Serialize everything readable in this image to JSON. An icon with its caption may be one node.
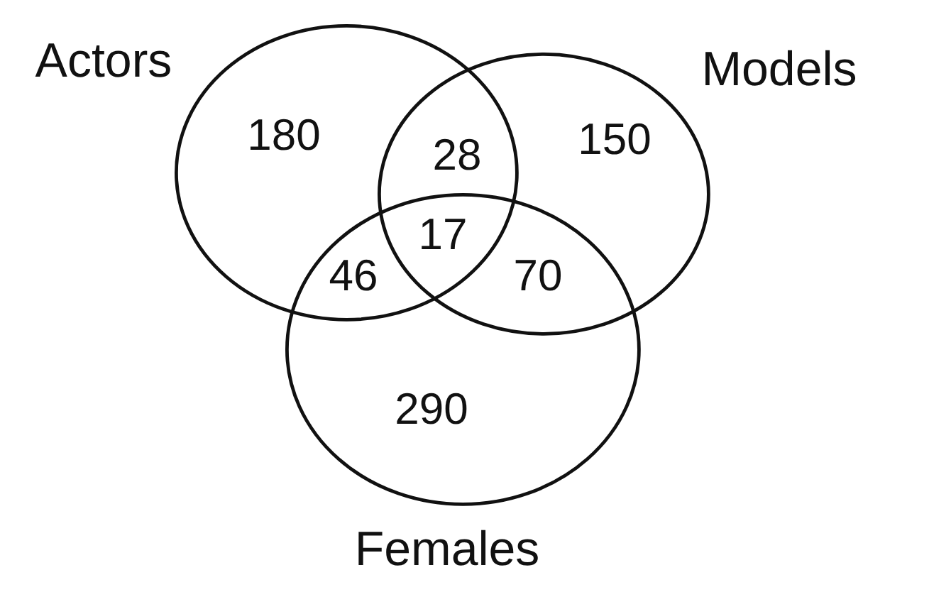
{
  "diagram": {
    "nodes": [
      {
        "text": [
          "Actors",
          "180"
        ]
      },
      {
        "text": [
          "Models",
          "150"
        ]
      },
      {
        "text": [
          "290",
          "Females"
        ]
      }
    ],
    "labels": [
      "28",
      "17",
      "46",
      "70"
    ]
  }
}
